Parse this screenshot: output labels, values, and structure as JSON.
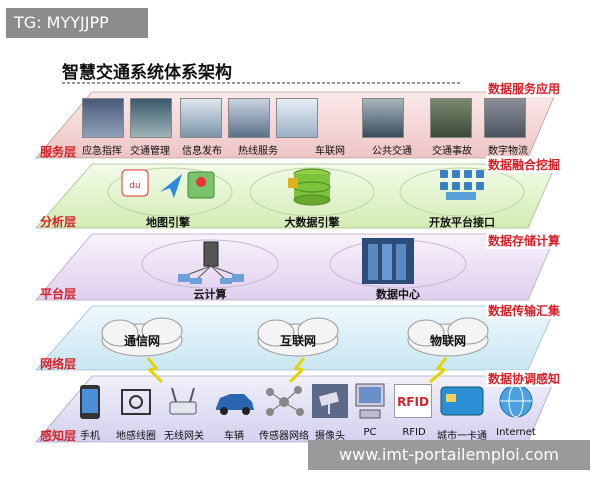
{
  "watermarks": {
    "top": "TG: MYYJJPP",
    "bottom": "www.imt-portailemploi.com"
  },
  "title": "智慧交通系统体系架构",
  "colors": {
    "service_band": "#f6dede",
    "analysis_band": "#e6f5d4",
    "platform_band": "#efe6f6",
    "network_band": "#e0f0f7",
    "perception_band": "#e5e4f4",
    "label_red": "#d6232b"
  },
  "layers": [
    {
      "name": "服务层",
      "right_label": "数据服务应用"
    },
    {
      "name": "分析层",
      "right_label": "数据融合挖掘"
    },
    {
      "name": "平台层",
      "right_label": "数据存储计算"
    },
    {
      "name": "网络层",
      "right_label": "数据传输汇集"
    },
    {
      "name": "感知层",
      "right_label": "数据协调感知"
    }
  ],
  "service_items": [
    "应急指挥",
    "交通管理",
    "信息发布",
    "热线服务",
    "车联网",
    "公共交通",
    "交通事故",
    "数字物流"
  ],
  "analysis_items": [
    "地图引擎",
    "大数据引擎",
    "开放平台接口"
  ],
  "platform_items": [
    "云计算",
    "数据中心"
  ],
  "network_items": [
    "通信网",
    "互联网",
    "物联网"
  ],
  "perception_items": [
    {
      "label": "手机",
      "icon": "phone-icon"
    },
    {
      "label": "地感线圈",
      "icon": "loop-sensor-icon"
    },
    {
      "label": "无线网关",
      "icon": "gateway-icon"
    },
    {
      "label": "车辆",
      "icon": "car-icon"
    },
    {
      "label": "传感器网络",
      "icon": "sensor-network-icon"
    },
    {
      "label": "摄像头",
      "icon": "camera-icon"
    },
    {
      "label": "PC",
      "icon": "pc-icon"
    },
    {
      "label": "RFID",
      "icon": "rfid-icon"
    },
    {
      "label": "城市一卡通",
      "icon": "city-card-icon"
    },
    {
      "label": "Internet",
      "icon": "globe-icon"
    }
  ],
  "rfid_text": "RFID"
}
